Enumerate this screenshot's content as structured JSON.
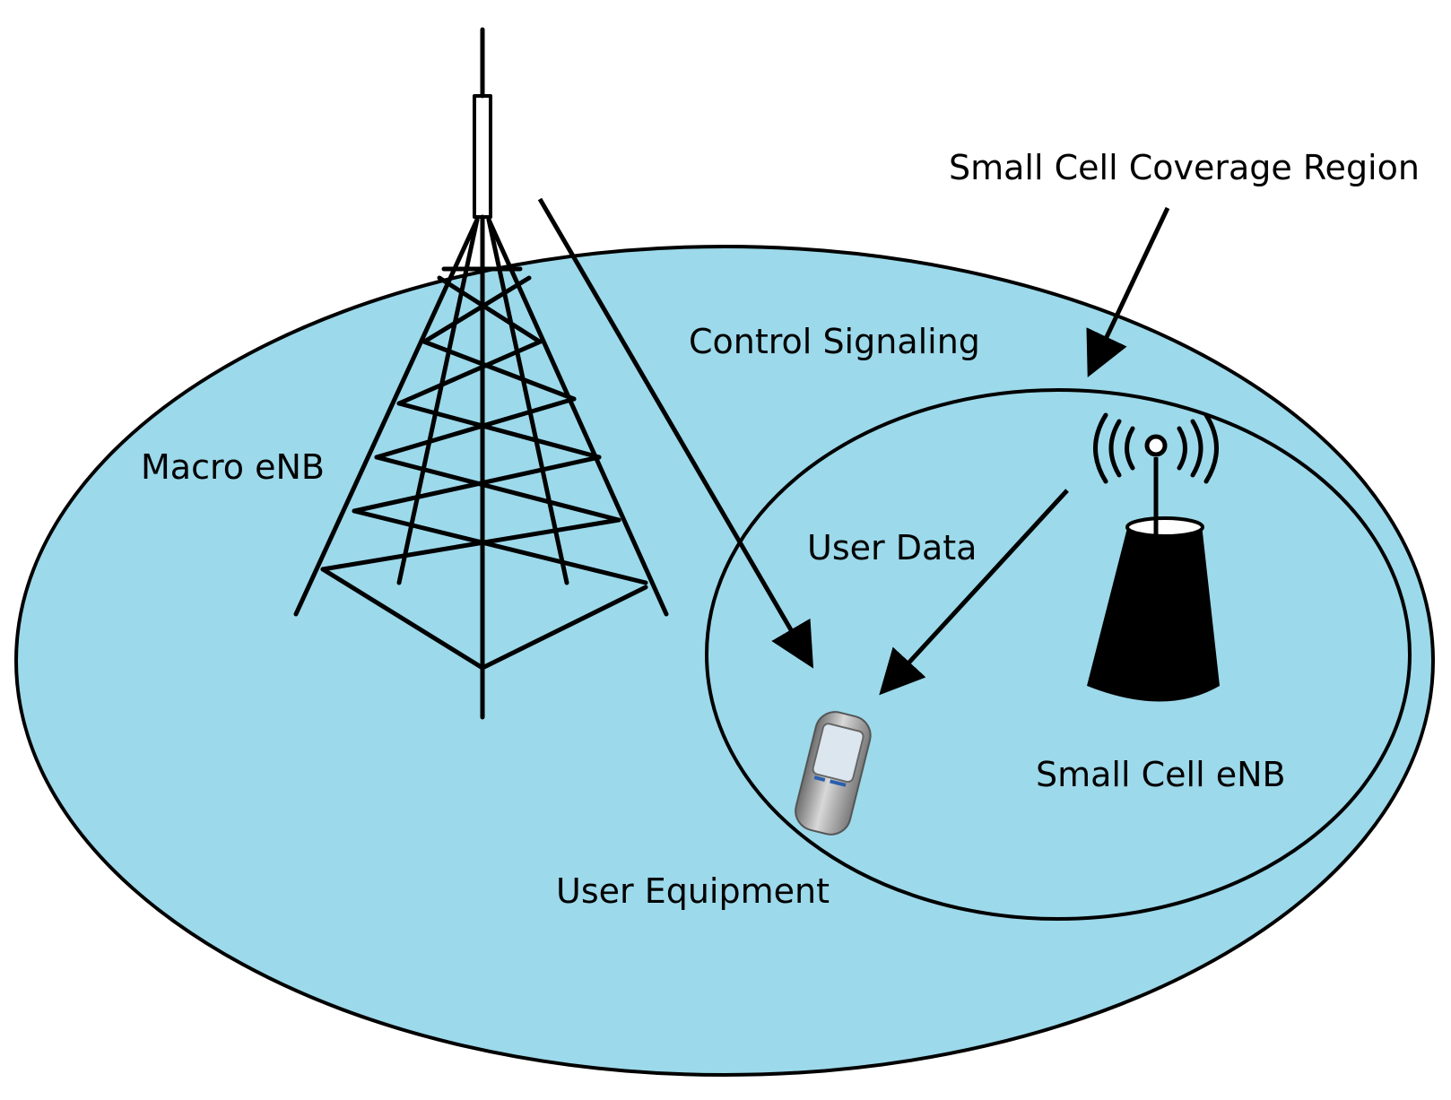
{
  "labels": {
    "macro": "Macro eNB",
    "control": "Control Signaling",
    "coverage": "Small Cell Coverage Region",
    "userdata": "User Data",
    "smallcell": "Small Cell eNB",
    "ue": "User Equipment"
  },
  "colors": {
    "macro_coverage_fill": "#9cd9ea",
    "stroke": "#000000",
    "phone_body": "#9a9a9a",
    "phone_screen": "#dce6ee",
    "phone_accent": "#2a5fae"
  },
  "icons": {
    "macro": "cell-tower-icon",
    "small_cell": "small-cell-antenna-icon",
    "ue": "mobile-phone-icon"
  }
}
